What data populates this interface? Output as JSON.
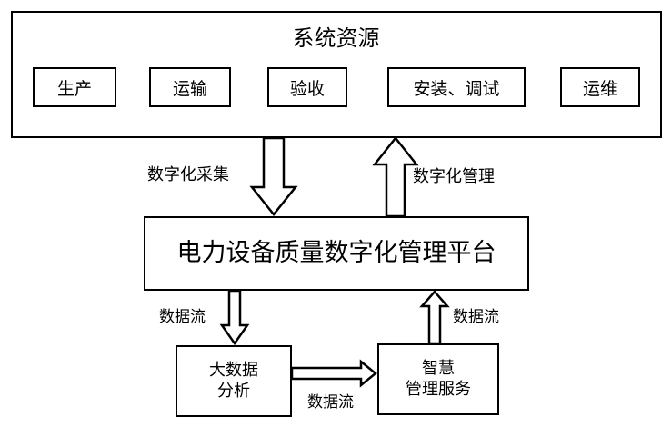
{
  "system_resources": {
    "title": "系统资源",
    "items": [
      {
        "label": "生产"
      },
      {
        "label": "运输"
      },
      {
        "label": "验收"
      },
      {
        "label": "安装、调试"
      },
      {
        "label": "运维"
      }
    ]
  },
  "arrows": {
    "digital_collection": "数字化采集",
    "digital_management": "数字化管理",
    "data_flow_down": "数据流",
    "data_flow_right": "数据流",
    "data_flow_up": "数据流"
  },
  "platform": {
    "title": "电力设备质量数字化管理平台"
  },
  "big_data_analysis": {
    "line1": "大数据",
    "line2": "分析"
  },
  "smart_service": {
    "line1": "智慧",
    "line2": "管理服务"
  }
}
